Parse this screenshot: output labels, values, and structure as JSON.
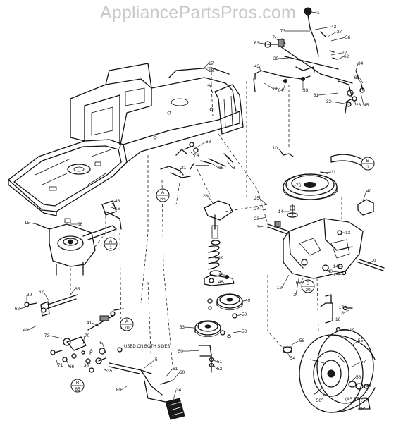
{
  "watermark": "AppliancePartsPros.com",
  "callouts": [
    "1",
    "42",
    "73",
    "27",
    "56",
    "63",
    "7",
    "22",
    "29",
    "62",
    "43",
    "66",
    "64",
    "33",
    "34",
    "31",
    "63",
    "32",
    "28",
    "45",
    "17",
    "18",
    "4",
    "68",
    "74",
    "65",
    "8",
    "10",
    "11",
    "76",
    "21",
    "26",
    "25",
    "24",
    "23",
    "3",
    "14",
    "13",
    "9",
    "40",
    "15",
    "36",
    "16",
    "46",
    "19",
    "40",
    "38",
    "48",
    "49",
    "50",
    "50",
    "53",
    "50",
    "51",
    "52",
    "12",
    "2",
    "66",
    "14",
    "15",
    "17",
    "18",
    "16",
    "19",
    "58",
    "55",
    "57",
    "58",
    "59",
    "70",
    "56",
    "54",
    "39",
    "62",
    "67",
    "65",
    "40",
    "72",
    "41",
    "70",
    "71",
    "66",
    "5",
    "5",
    "38",
    "35",
    "5",
    "80",
    "61",
    "34",
    "60",
    "52"
  ],
  "ref_circles": [
    {
      "top": "B",
      "bottom": "1"
    },
    {
      "top": "A",
      "bottom": "65"
    },
    {
      "top": "A",
      "bottom": "1"
    },
    {
      "top": "B",
      "bottom": "20"
    },
    {
      "top": "A",
      "bottom": "70"
    },
    {
      "top": "B",
      "bottom": "65"
    }
  ],
  "notes": {
    "both_sides": "USED ON BOTH SIDES",
    "as_reqd": "(AS REQ'D)"
  }
}
